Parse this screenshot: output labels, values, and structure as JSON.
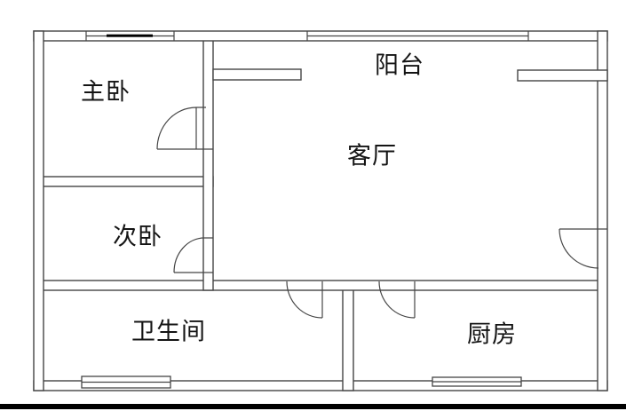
{
  "rooms": {
    "master_bedroom": {
      "label": "主卧"
    },
    "second_bedroom": {
      "label": "次卧"
    },
    "living_room": {
      "label": "客厅"
    },
    "balcony": {
      "label": "阳台"
    },
    "bathroom": {
      "label": "卫生间"
    },
    "kitchen": {
      "label": "厨房"
    }
  },
  "features": {
    "doors": [
      "master-bedroom-door",
      "second-bedroom-door",
      "bathroom-door",
      "kitchen-door",
      "entry-door"
    ],
    "windows": [
      "master-bedroom-window",
      "bathroom-window",
      "kitchen-window"
    ],
    "railing": "balcony-railing"
  },
  "colors": {
    "wall_line": "#454545",
    "label_text": "#141414",
    "window_glass": "#000000",
    "bottom_bar": "#000000"
  }
}
